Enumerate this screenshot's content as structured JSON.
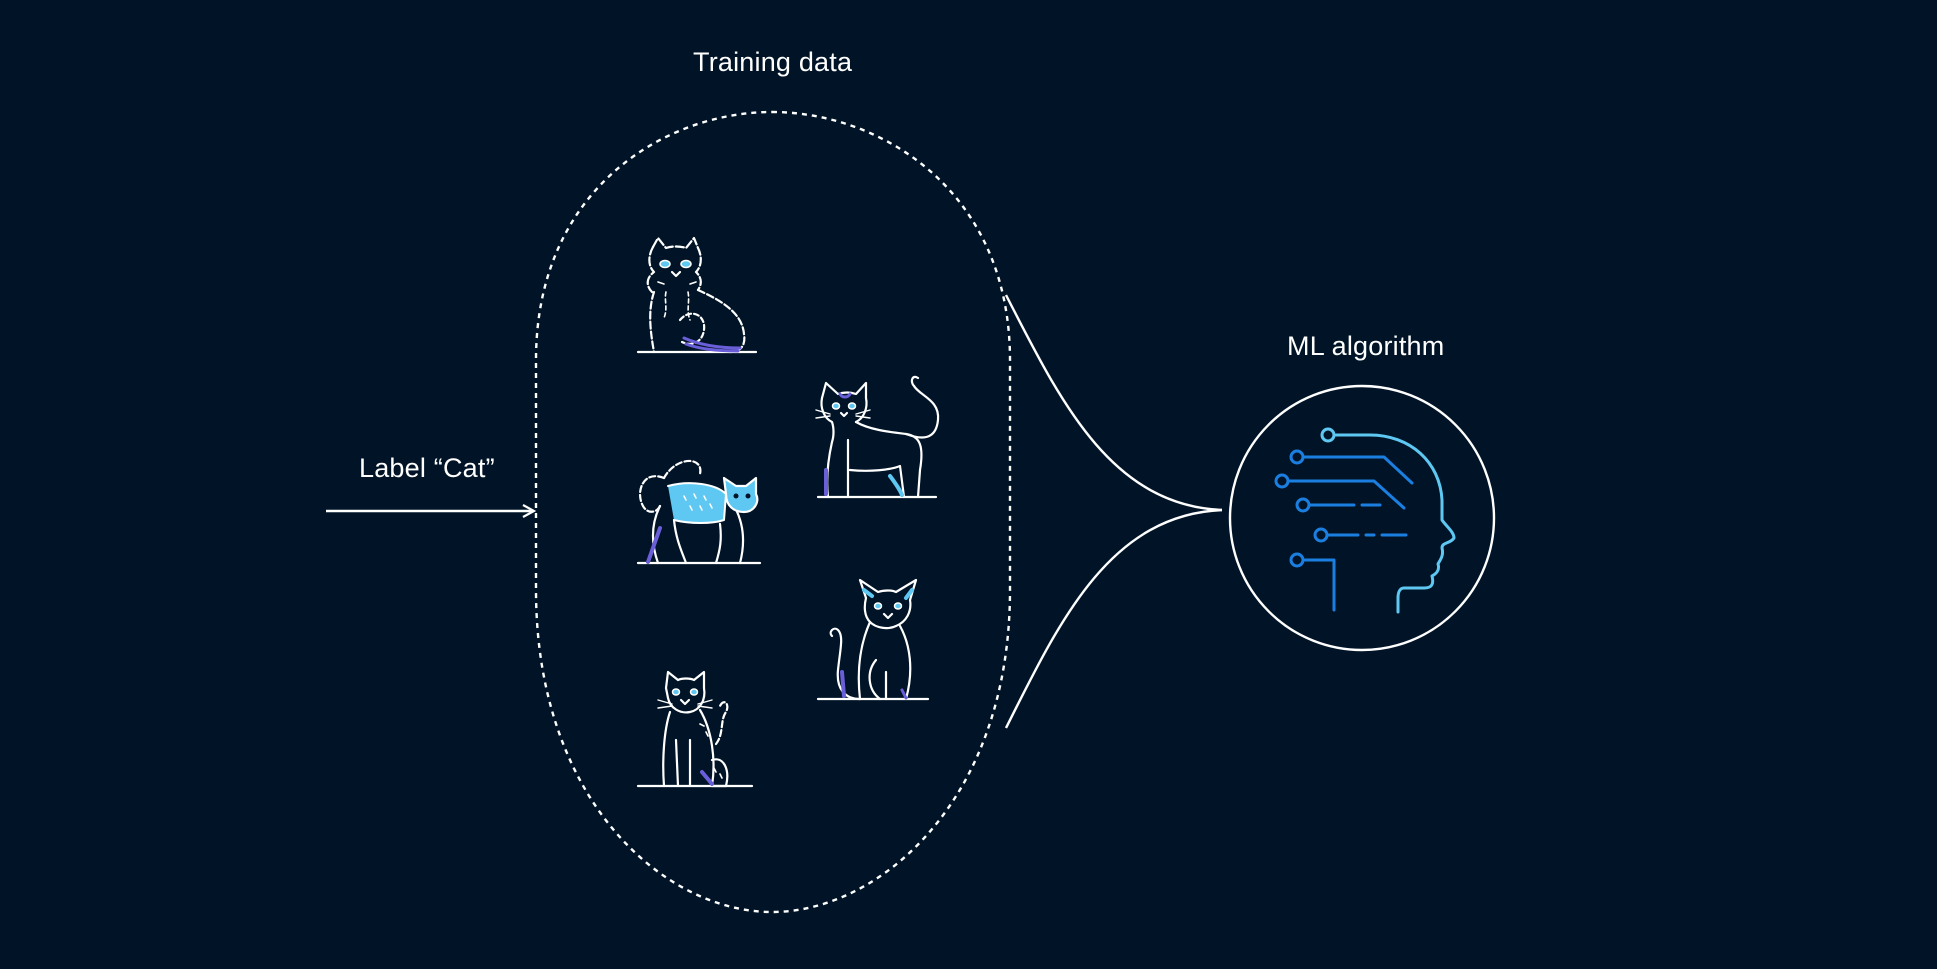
{
  "diagram": {
    "training_title": "Training data",
    "label_text": "Label “Cat”",
    "ml_title": "ML algorithm",
    "colors": {
      "background": "#011427",
      "stroke": "#ffffff",
      "accent_light_blue": "#5ec8f2",
      "accent_blue": "#1a7fe0",
      "accent_purple": "#6a5fd8"
    },
    "icons": [
      "fluffy-cat-icon",
      "standing-cat-icon",
      "walking-cat-icon",
      "sphynx-cat-icon",
      "sitting-cat-icon",
      "ai-head-icon"
    ]
  }
}
